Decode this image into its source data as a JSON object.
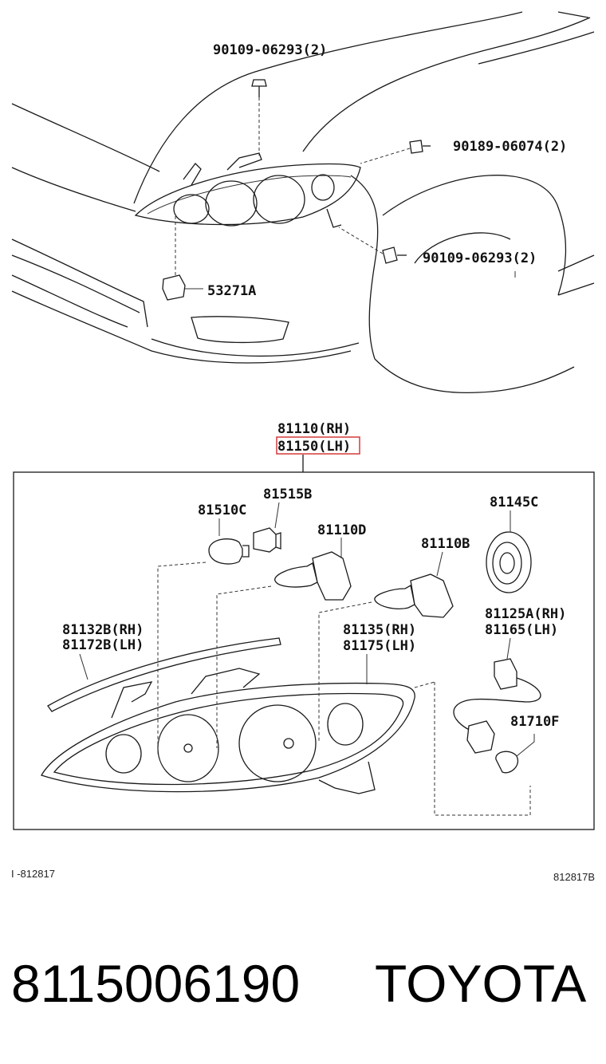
{
  "upper_callouts": {
    "screw_top": "90109-06293(2)",
    "clip_right": "90189-06074(2)",
    "screw_lower": "90109-06293(2)",
    "bracket": "53271A"
  },
  "assembly_callout": {
    "rh": "81110(RH)",
    "lh": "81150(LH)"
  },
  "detail_callouts": {
    "bulb_small": "81510C",
    "socket_small": "81515B",
    "bulb_d": "81110D",
    "bulb_b": "81110B",
    "cover": "81145C",
    "gasket_rh": "81132B(RH)",
    "gasket_lh": "81172B(LH)",
    "housing_rh": "81135(RH)",
    "housing_lh": "81175(LH)",
    "wire_rh": "81125A(RH)",
    "wire_lh": "81165(LH)",
    "bulb_f": "81710F"
  },
  "footer_codes": {
    "left": "I -812817",
    "right": "812817B"
  },
  "part_number": "8115006190",
  "brand": "TOYOTA",
  "highlight_color": "#d63a3a"
}
